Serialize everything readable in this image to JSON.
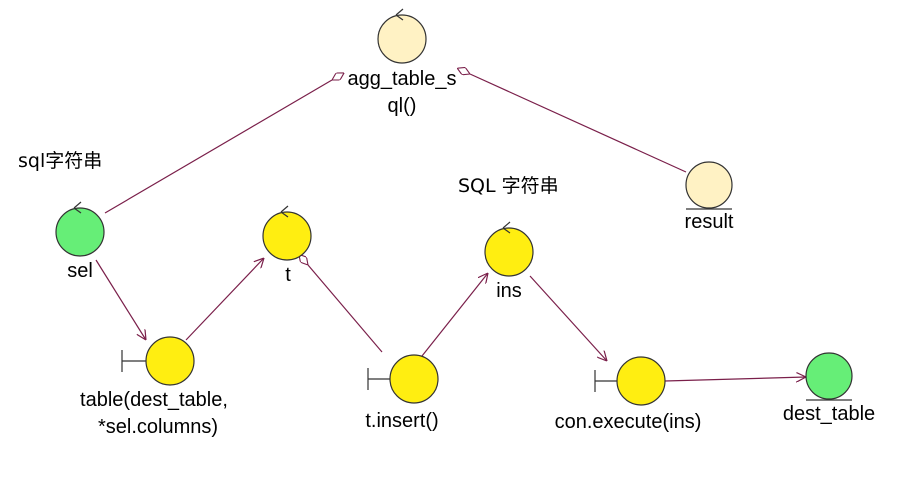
{
  "colors": {
    "control": "#fff2c4",
    "entity": "#66ee77",
    "boundary": "#ffee11",
    "link": "#7a1f4a",
    "outline": "#333333"
  },
  "nodes": {
    "agg": {
      "line1": "agg_table_s",
      "line2": "ql()",
      "type": "control"
    },
    "result": {
      "label": "result",
      "type": "entity-underlined"
    },
    "sel": {
      "label": "sel",
      "type": "control-green"
    },
    "t": {
      "label": "t",
      "type": "control-yellow"
    },
    "ins": {
      "label": "ins",
      "type": "control-yellow"
    },
    "table_call": {
      "line1": "table(dest_table,",
      "line2": "*sel.columns)",
      "type": "boundary"
    },
    "insert_call": {
      "label": "t.insert()",
      "type": "boundary"
    },
    "execute_call": {
      "label": "con.execute(ins)",
      "type": "boundary"
    },
    "dest_table": {
      "label": "dest_table",
      "type": "entity"
    }
  },
  "notes": {
    "sql_string_1": "sql字符串",
    "sql_string_2": "SQL 字符串"
  }
}
